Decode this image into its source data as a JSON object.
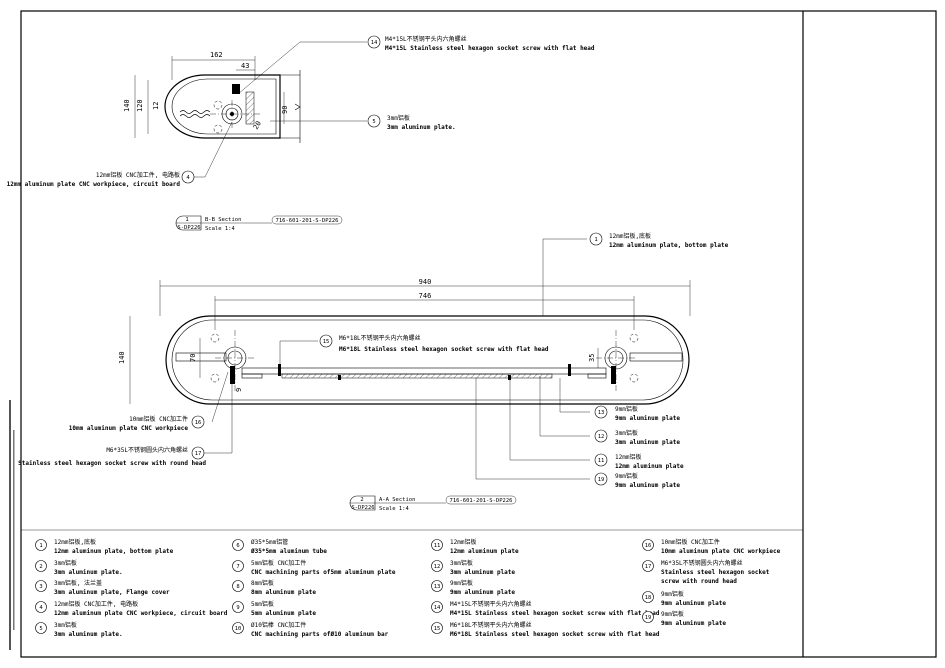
{
  "section_bb": {
    "dims": {
      "w162": "162",
      "w43": "43",
      "h140": "140",
      "h120": "120",
      "h12": "12",
      "h90": "90",
      "r20": "20"
    },
    "title_num": "1",
    "title_name": "B-B Section",
    "title_ref": "716-601-201-S-DP226",
    "title_sheet": "S-DP226",
    "title_scale": "Scale 1:4",
    "callouts": [
      {
        "num": "14",
        "cn": "M4*15L不锈钢平头内六角螺丝",
        "en": "M4*15L Stainless steel hexagon socket screw with flat head"
      },
      {
        "num": "5",
        "cn": "3mm铝板",
        "en": "3mm aluminum plate."
      },
      {
        "num": "4",
        "cn": "12mm铝板  CNC加工件, 电路板",
        "en": "12mm aluminum plate CNC workpiece, circuit board"
      }
    ]
  },
  "section_aa": {
    "dims": {
      "w940": "940",
      "w746": "746",
      "h140": "140",
      "h70": "70",
      "h35": "35",
      "h9": "9"
    },
    "title_num": "2",
    "title_name": "A-A Section",
    "title_ref": "716-601-201-S-DP226",
    "title_sheet": "S-DP226",
    "title_scale": "Scale 1:4",
    "callouts": [
      {
        "num": "1",
        "cn": "12mm铝板,底板",
        "en": "12mm aluminum plate, bottom plate"
      },
      {
        "num": "15",
        "cn": "M6*18L不锈钢平头内六角螺丝",
        "en": "M6*18L Stainless steel hexagon socket screw with flat head"
      },
      {
        "num": "16",
        "cn": "10mm铝板  CNC加工件",
        "en": "10mm aluminum plate CNC workpiece"
      },
      {
        "num": "17",
        "cn": "M6*35L不锈钢圆头内六角螺丝",
        "en": "Stainless steel hexagon socket screw with round head"
      },
      {
        "num": "13",
        "cn": "9mm铝板",
        "en": "9mm aluminum plate"
      },
      {
        "num": "12",
        "cn": "3mm铝板",
        "en": "3mm aluminum plate"
      },
      {
        "num": "11",
        "cn": "12mm铝板",
        "en": "12mm aluminum plate"
      },
      {
        "num": "19",
        "cn": "9mm铝板",
        "en": "9mm aluminum plate"
      }
    ]
  },
  "legend": [
    {
      "num": "1",
      "cn": "12mm铝板,底板",
      "en": "12mm aluminum plate, bottom plate",
      "en2": ""
    },
    {
      "num": "2",
      "cn": "3mm铝板",
      "en": "3mm aluminum plate.",
      "en2": ""
    },
    {
      "num": "3",
      "cn": "3mm铝板, 法兰盖",
      "en": "3mm aluminum plate, Flange cover",
      "en2": ""
    },
    {
      "num": "4",
      "cn": "12mm铝板  CNC加工件, 电路板",
      "en": "12mm aluminum plate CNC workpiece, circuit board",
      "en2": ""
    },
    {
      "num": "5",
      "cn": "3mm铝板",
      "en": "3mm aluminum plate.",
      "en2": ""
    },
    {
      "num": "6",
      "cn": "Ø35*5mm铝管",
      "en": "Ø35*5mm aluminum tube",
      "en2": ""
    },
    {
      "num": "7",
      "cn": "5mm铝板  CNC加工件",
      "en": "CNC machining parts of5mm aluminum plate",
      "en2": ""
    },
    {
      "num": "8",
      "cn": "8mm铝板",
      "en": "8mm aluminum plate",
      "en2": ""
    },
    {
      "num": "9",
      "cn": "5mm铝板",
      "en": "5mm aluminum plate",
      "en2": ""
    },
    {
      "num": "10",
      "cn": "Ø10铝棒  CNC加工件",
      "en": "CNC machining parts ofØ10 aluminum bar",
      "en2": ""
    },
    {
      "num": "11",
      "cn": "12mm铝板",
      "en": "12mm aluminum plate",
      "en2": ""
    },
    {
      "num": "12",
      "cn": "3mm铝板",
      "en": "3mm aluminum plate",
      "en2": ""
    },
    {
      "num": "13",
      "cn": "9mm铝板",
      "en": "9mm aluminum plate",
      "en2": ""
    },
    {
      "num": "14",
      "cn": "M4*15L不锈钢平头内六角螺丝",
      "en": "M4*15L Stainless steel hexagon socket screw with flat head",
      "en2": ""
    },
    {
      "num": "15",
      "cn": "M6*18L不锈钢平头内六角螺丝",
      "en": "M6*18L Stainless steel hexagon socket screw with flat head",
      "en2": ""
    },
    {
      "num": "16",
      "cn": "10mm铝板  CNC加工件",
      "en": "10mm aluminum plate CNC workpiece",
      "en2": ""
    },
    {
      "num": "17",
      "cn": "M6*35L不锈钢圆头内六角螺丝",
      "en": "Stainless steel hexagon socket",
      "en2": "screw with round head"
    },
    {
      "num": "18",
      "cn": "9mm铝板",
      "en": "9mm aluminum plate",
      "en2": ""
    },
    {
      "num": "19",
      "cn": "9mm铝板",
      "en": "9mm aluminum plate",
      "en2": ""
    }
  ]
}
